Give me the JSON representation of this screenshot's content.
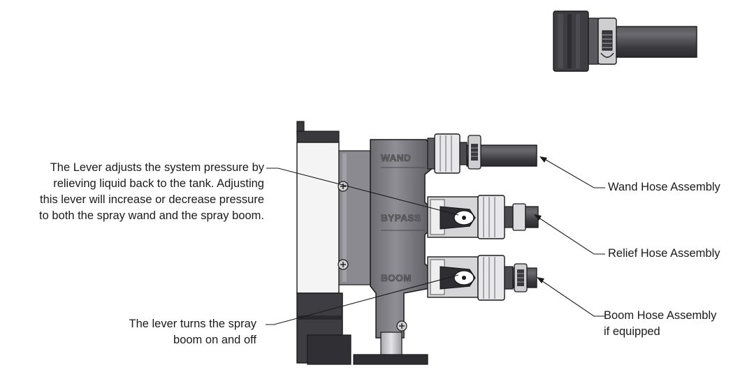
{
  "embossed_labels": {
    "wand": "WAND",
    "bypass": "BYPASS",
    "boom": "BOOM"
  },
  "callouts": {
    "lever_pressure": "The Lever adjusts the system pressure by\nrelieving liquid back to the tank. Adjusting\nthis lever will increase or decrease pressure\nto both the spray wand and the spray boom.",
    "lever_boom": "The lever turns the spray\nboom on and off",
    "wand_hose": "Wand Hose Assembly",
    "relief_hose": "Relief Hose Assembly",
    "boom_hose": "Boom Hose Assembly\nif equipped"
  },
  "colors": {
    "body_gray": "#7c7c82",
    "dark_gray": "#3c3c40",
    "light_gray": "#c9c9cc",
    "outline": "#1a1a1a"
  }
}
